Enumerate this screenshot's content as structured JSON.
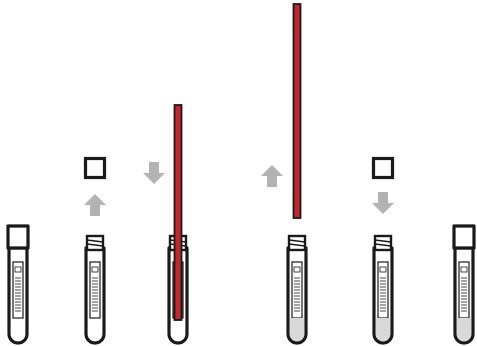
{
  "diagram": {
    "colors": {
      "outline": "#1a1a1a",
      "tube_fill": "#ffffff",
      "arrow": "#b3b3b3",
      "rod": "#c1272d",
      "sample": "#d9d9d9"
    },
    "steps": [
      {
        "step": 1,
        "tube": "capped-tube",
        "action": "none"
      },
      {
        "step": 2,
        "tube": "open-tube",
        "action": "remove-cap",
        "arrow": "up"
      },
      {
        "step": 3,
        "tube": "open-tube",
        "action": "insert-swab",
        "arrow": "down"
      },
      {
        "step": 4,
        "tube": "open-tube-with-sample",
        "action": "withdraw-swab",
        "arrow": "up"
      },
      {
        "step": 5,
        "tube": "open-tube-with-sample",
        "action": "replace-cap",
        "arrow": "down"
      },
      {
        "step": 6,
        "tube": "capped-tube-with-sample",
        "action": "none"
      }
    ]
  }
}
